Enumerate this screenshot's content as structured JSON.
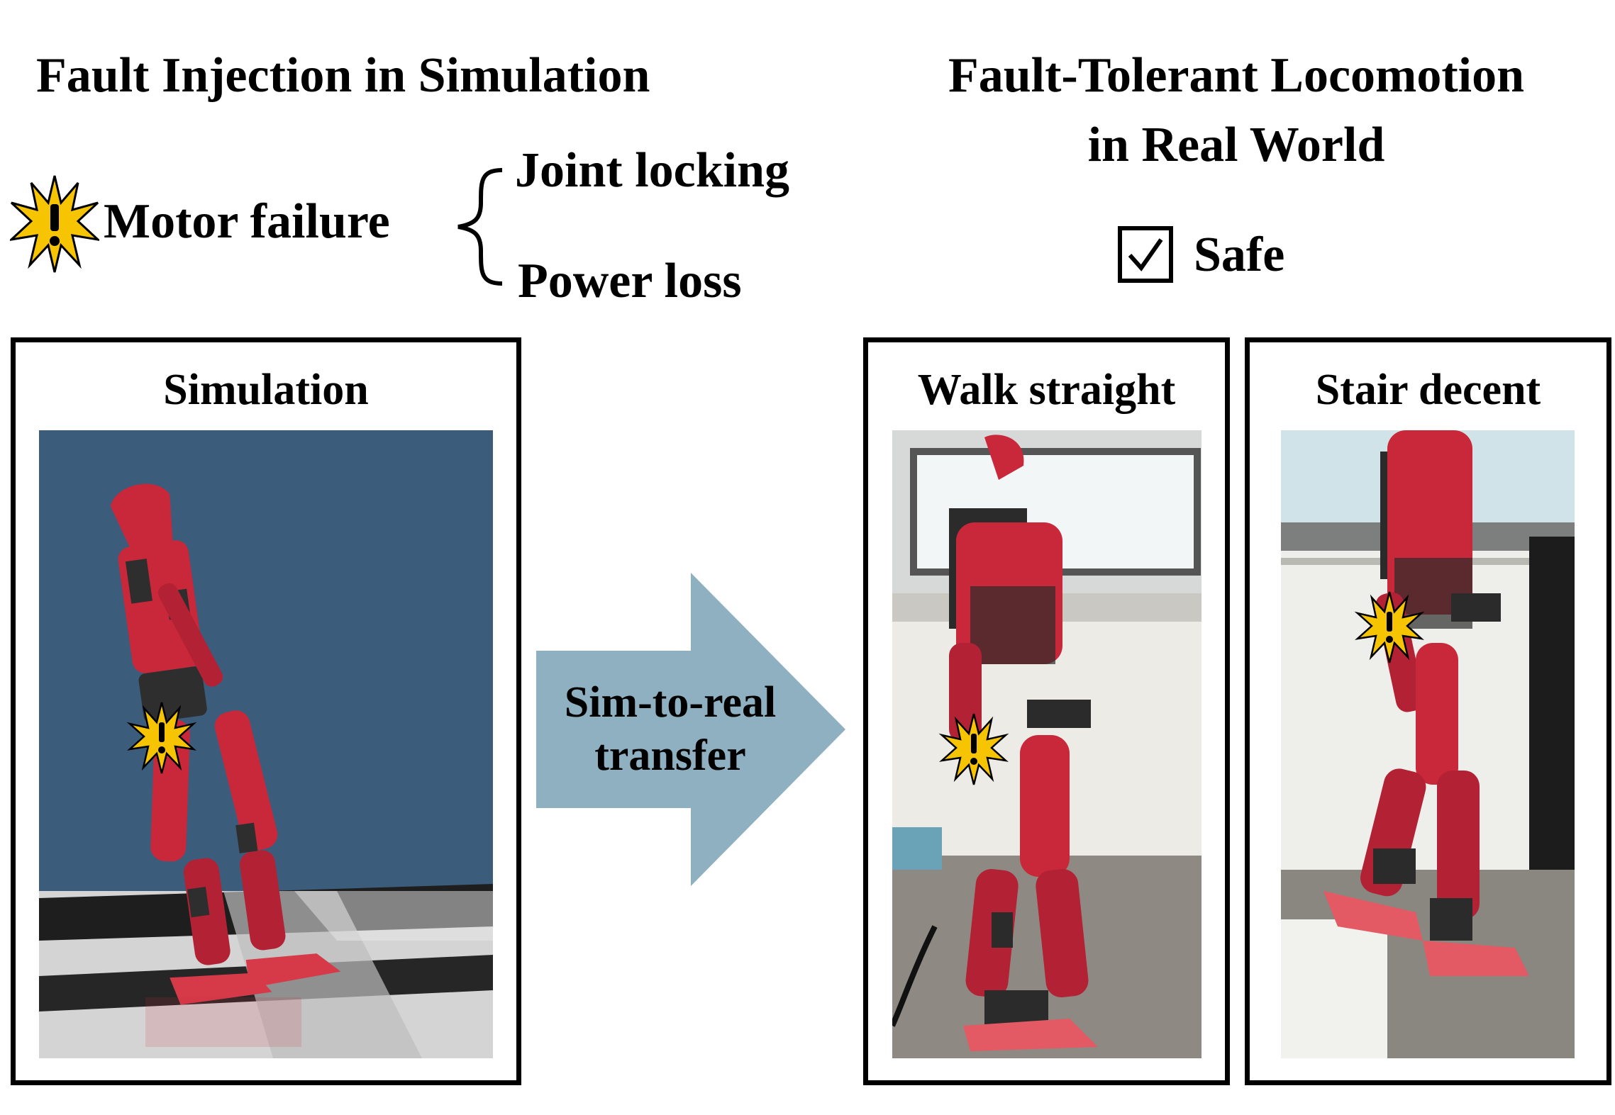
{
  "left_heading": "Fault Injection in Simulation",
  "right_heading": {
    "line1": "Fault-Tolerant Locomotion",
    "line2": "in Real World"
  },
  "fault": {
    "label": "Motor failure",
    "types": [
      "Joint locking",
      "Power loss"
    ]
  },
  "result": {
    "label": "Safe"
  },
  "panels": {
    "simulation": "Simulation",
    "walk": "Walk straight",
    "stair": "Stair decent"
  },
  "transfer": {
    "line1": "Sim-to-real",
    "line2": "transfer"
  },
  "colors": {
    "arrow": "#8fb0c0",
    "sim_background": "#3c5c7c",
    "robot": "#c8283a",
    "starburst_fill": "#f6c400"
  }
}
